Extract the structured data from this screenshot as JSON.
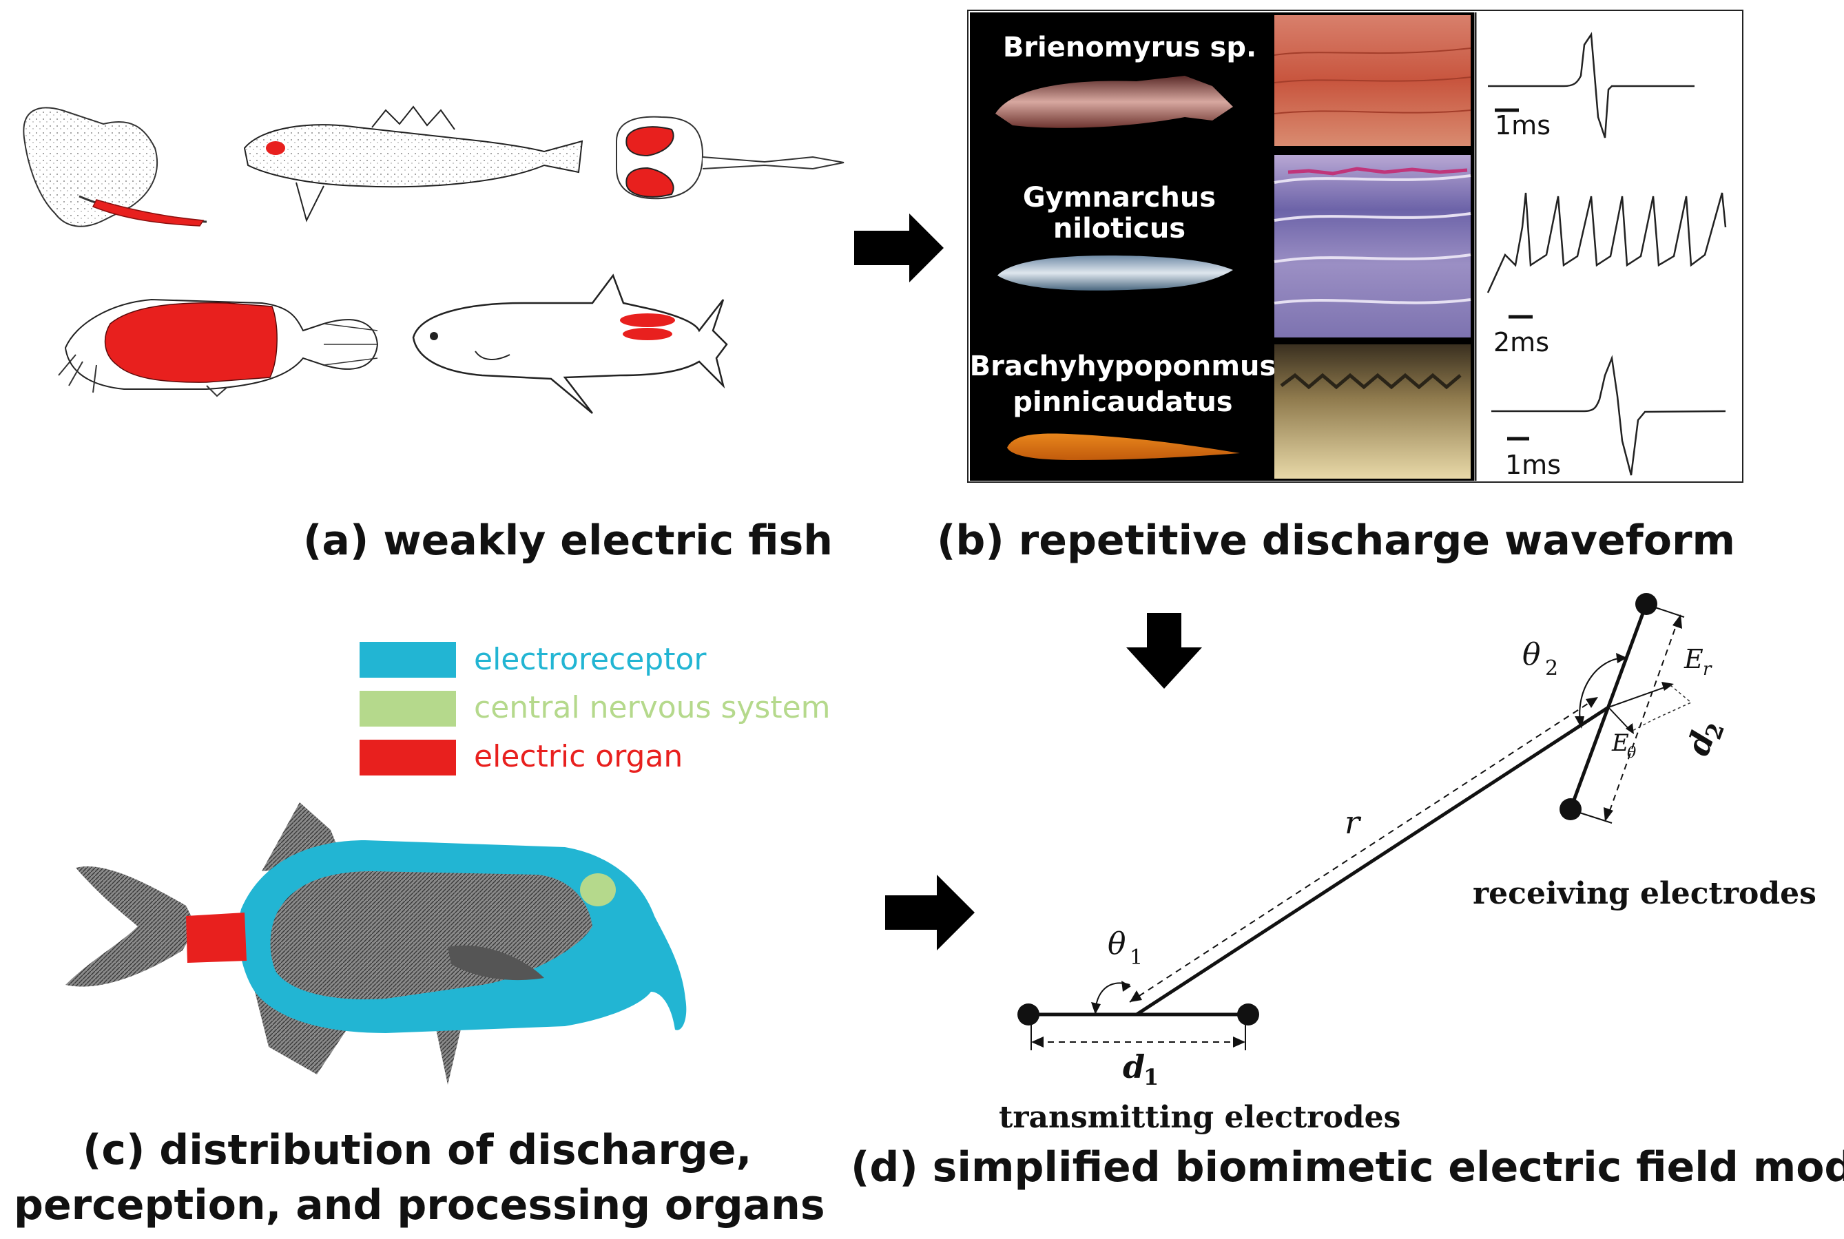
{
  "panels": {
    "a": {
      "caption": "(a) weakly electric fish"
    },
    "b": {
      "caption": "(b) repetitive discharge waveform",
      "species": [
        {
          "line1": "Brienomyrus sp.",
          "line2": "",
          "scale": "1ms"
        },
        {
          "line1": "Gymnarchus",
          "line2": "niloticus",
          "scale": "2ms"
        },
        {
          "line1": "Brachyhypoponmus",
          "line2": "pinnicaudatus",
          "scale": "1ms"
        }
      ]
    },
    "c": {
      "caption_line1": "(c) distribution of discharge,",
      "caption_line2": "perception, and processing organs",
      "legend": [
        {
          "label": "electroreceptor",
          "color": "#22b5d3"
        },
        {
          "label": "central nervous system",
          "color": "#b5d98c"
        },
        {
          "label": "electric organ",
          "color": "#e8201e"
        }
      ]
    },
    "d": {
      "caption": "(d) simplified biomimetic electric field model",
      "labels": {
        "theta1": "θ",
        "theta1_sub": "1",
        "theta2": "θ",
        "theta2_sub": "2",
        "r": "r",
        "d1": "d",
        "d1_sub": "1",
        "d2": "d",
        "d2_sub": "2",
        "Er": "E",
        "Er_sub": "r",
        "Etheta": "E",
        "Etheta_sub": "θ",
        "transmitting": "transmitting electrodes",
        "receiving": "receiving electrodes"
      }
    }
  },
  "colors": {
    "electric_organ": "#e8201e",
    "electroreceptor": "#22b5d3",
    "central_nervous_system": "#b5d98c"
  },
  "icons": [
    "arrow-right-icon",
    "arrow-down-icon"
  ]
}
